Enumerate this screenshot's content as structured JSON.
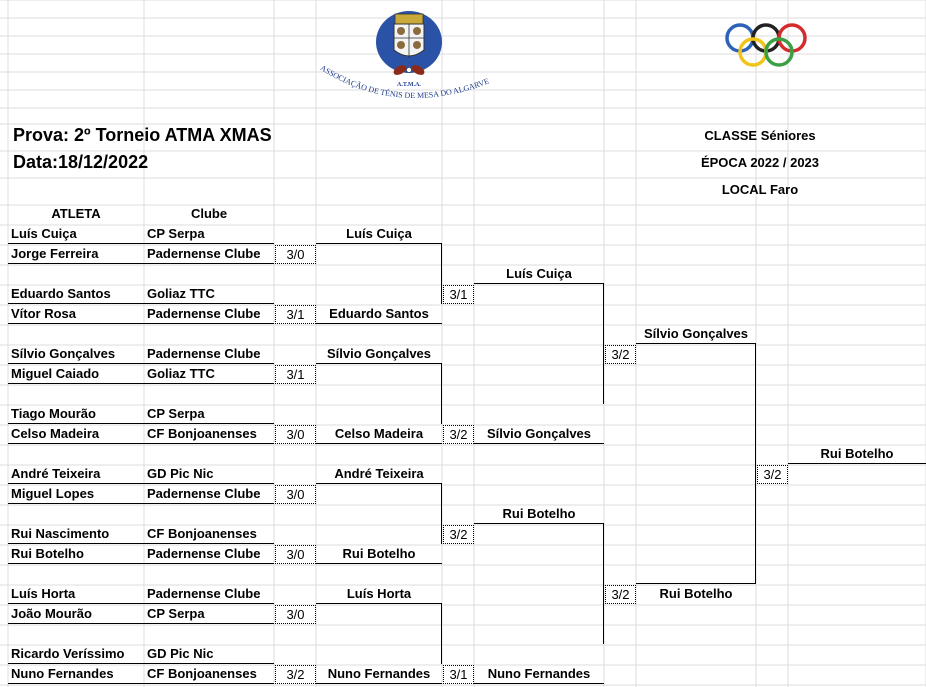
{
  "header": {
    "prova_label": "Prova: 2º Torneio ATMA XMAS",
    "data_label": "Data:18/12/2022",
    "classe": "CLASSE Séniores",
    "epoca": "ÉPOCA  2022 / 2023",
    "local": "LOCAL Faro",
    "logo_text": "ASSOCIAÇÃO DE TÉNIS DE MESA DO ALGARVE",
    "logo_abbrev": "A.T.M.A."
  },
  "columns": {
    "athlete": "ATLETA",
    "club": "Clube"
  },
  "players": [
    {
      "name": "Luís Cuiça",
      "club": "CP Serpa"
    },
    {
      "name": "Jorge Ferreira",
      "club": "Padernense Clube"
    },
    {
      "name": "Eduardo Santos",
      "club": "Goliaz TTC"
    },
    {
      "name": "Vítor Rosa",
      "club": "Padernense Clube"
    },
    {
      "name": "Sílvio Gonçalves",
      "club": "Padernense Clube"
    },
    {
      "name": "Miguel Caiado",
      "club": "Goliaz TTC"
    },
    {
      "name": "Tiago Mourão",
      "club": "CP Serpa"
    },
    {
      "name": "Celso Madeira",
      "club": "CF Bonjoanenses"
    },
    {
      "name": "André Teixeira",
      "club": "GD Pic Nic"
    },
    {
      "name": "Miguel Lopes",
      "club": "Padernense Clube"
    },
    {
      "name": "Rui Nascimento",
      "club": "CF Bonjoanenses"
    },
    {
      "name": "Rui Botelho",
      "club": "Padernense Clube"
    },
    {
      "name": "Luís Horta",
      "club": "Padernense Clube"
    },
    {
      "name": "João Mourão",
      "club": "CP Serpa"
    },
    {
      "name": "Ricardo Veríssimo",
      "club": "GD Pic Nic"
    },
    {
      "name": "Nuno Fernandes",
      "club": "CF Bonjoanenses"
    }
  ],
  "round1": [
    {
      "winner": "Luís Cuiça",
      "score": "3/0"
    },
    {
      "winner": "Eduardo Santos",
      "score": "3/1"
    },
    {
      "winner": "Sílvio Gonçalves",
      "score": "3/1"
    },
    {
      "winner": "Celso Madeira",
      "score": "3/0"
    },
    {
      "winner": "André Teixeira",
      "score": "3/0"
    },
    {
      "winner": "Rui Botelho",
      "score": "3/0"
    },
    {
      "winner": "Luís Horta",
      "score": "3/0"
    },
    {
      "winner": "Nuno Fernandes",
      "score": "3/2"
    }
  ],
  "round2": [
    {
      "winner": "Luís Cuiça",
      "score": "3/1"
    },
    {
      "winner": "Sílvio Gonçalves",
      "score": "3/2"
    },
    {
      "winner": "Rui Botelho",
      "score": "3/2"
    },
    {
      "winner": "Nuno Fernandes",
      "score": "3/1"
    }
  ],
  "round3": [
    {
      "winner": "Sílvio Gonçalves",
      "score": "3/2"
    },
    {
      "winner": "Rui Botelho",
      "score": "3/2"
    }
  ],
  "final": {
    "winner": "Rui Botelho",
    "score": "3/2"
  }
}
